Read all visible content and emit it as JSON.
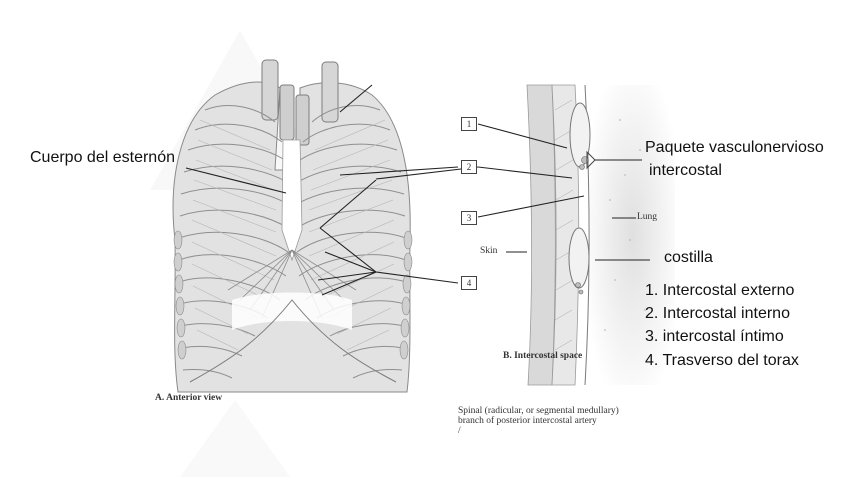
{
  "diagram": {
    "labels": {
      "sternum_body": "Cuerpo del esternón",
      "neurovascular_line1": "Paquete vasculonervioso",
      "neurovascular_line2": "intercostal",
      "rib": "costilla",
      "lung": "Lung",
      "skin": "Skin"
    },
    "captions": {
      "anterior": "A. Anterior view",
      "intercostal_space": "B. Intercostal space",
      "spinal_line1": "Spinal (radicular, or segmental medullary)",
      "spinal_line2": "branch of posterior intercostal artery",
      "spinal_line3": "/"
    },
    "number_boxes": [
      "1",
      "2",
      "3",
      "4"
    ],
    "legend": [
      "1. Intercostal externo",
      "2. Intercostal interno",
      "3. intercostal íntimo",
      "4. Trasverso del torax"
    ]
  }
}
